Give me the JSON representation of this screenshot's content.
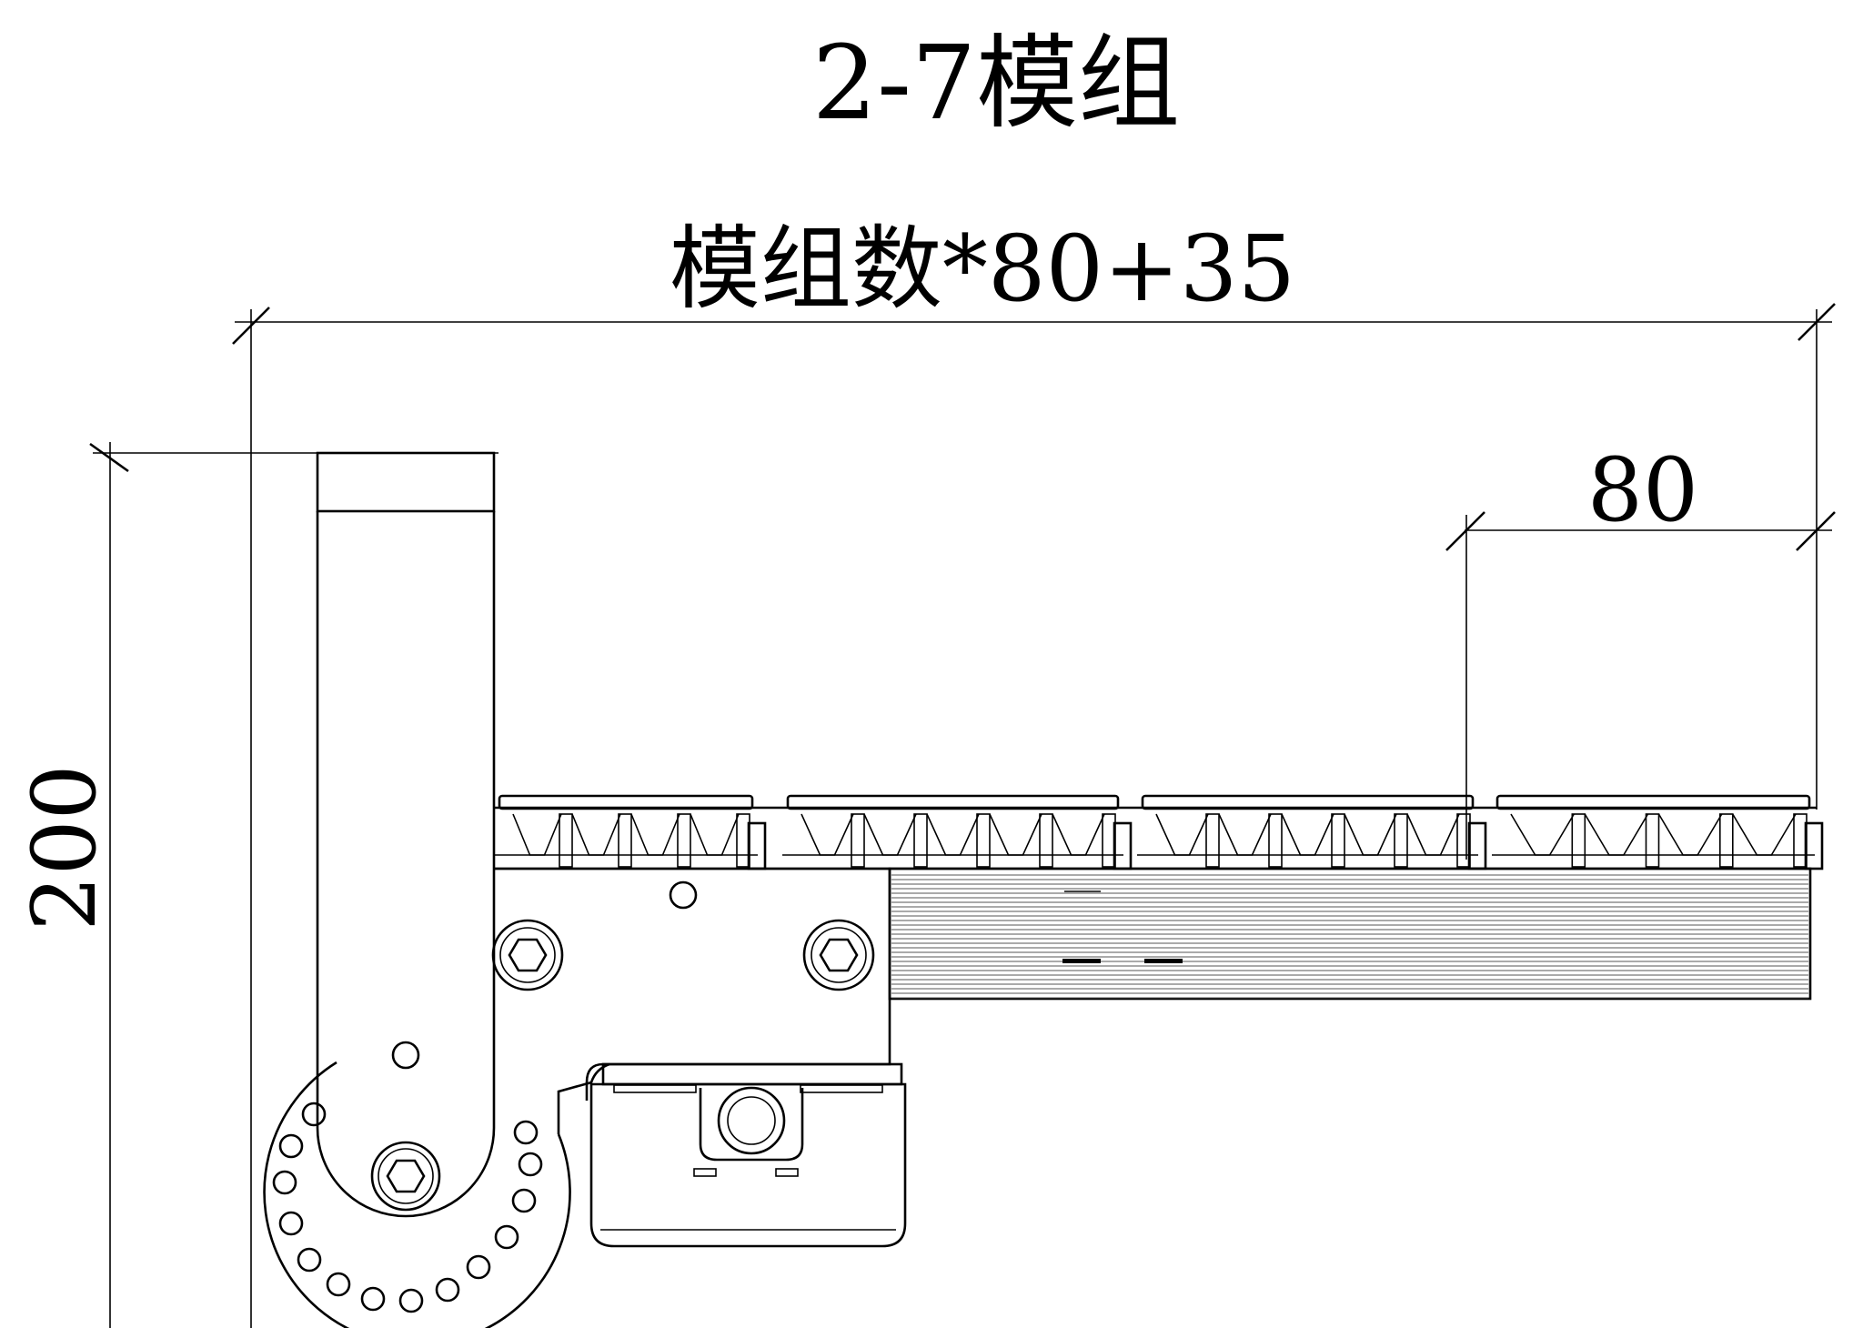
{
  "title": "2-7模组",
  "dimensions": {
    "overall_width": "模组数*80+35",
    "module_pitch": "80",
    "height": "200"
  },
  "colors": {
    "line": "#000000",
    "background": "#ffffff"
  },
  "icons": [
    "hex-socket-screw-icon"
  ]
}
